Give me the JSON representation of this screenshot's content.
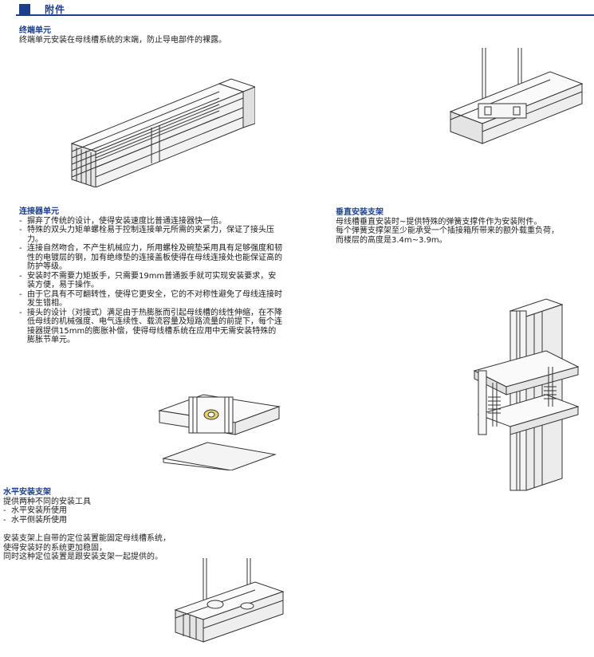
{
  "header": {
    "title": "附件"
  },
  "terminal": {
    "heading": "终端单元",
    "text": "终端单元安装在母线槽系统的末端，防止导电部件的裸露。"
  },
  "connector": {
    "heading": "连接器单元",
    "items": [
      "摒弃了传统的设计，使得安装速度比普通连接器快一倍。",
      "特殊的双头力矩单螺栓易于控制连接单元所需的夹紧力，保证了接头压力。",
      "连接自然吻合，不产生机械应力，所用螺栓及碗垫采用具有足够强度和韧性的电镀层的钢，加有绝缘垫的连接盖板使得在母线连接处也能保证高的防护等级。",
      "安装时不需要力矩扳手，只需要19mm普通扳手就可实现安装要求，安装方便，易于操作。",
      "由于它具有不可翻转性，使得它更安全，它的不对称性避免了母线连接时发生错相。",
      "接头的设计（对接式）满足由于热膨胀而引起母线槽的线性伸缩，在不降低母线的机械强度、电气连续性、载流容量及短路流量的前提下，每个连接器提供15mm的膨胀补偿，使得母线槽系统在应用中无需安装特殊的膨胀节单元。"
    ]
  },
  "vertical": {
    "heading": "垂直安装支架",
    "lines": [
      "母线槽垂直安装时~提供特殊的弹簧支撑件作为安装附件。",
      "每个弹簧支撑架至少能承受一个插接箱所带来的额外载重负荷，",
      "而楼层的高度是3.4m~3.9m。"
    ]
  },
  "horizontal": {
    "heading": "水平安装支架",
    "intro": "提供两种不同的安装工具",
    "items": [
      "水平安装所使用",
      "水平侧装所使用"
    ],
    "lines": [
      "安装支架上自带的定位装置能固定母线槽系统，",
      "使得安装好的系统更加稳固，",
      "同时这种定位装置是跟安装支架一起提供的。"
    ]
  },
  "colors": {
    "accent": "#1c3f8c",
    "highlight": "#e8d36a"
  }
}
